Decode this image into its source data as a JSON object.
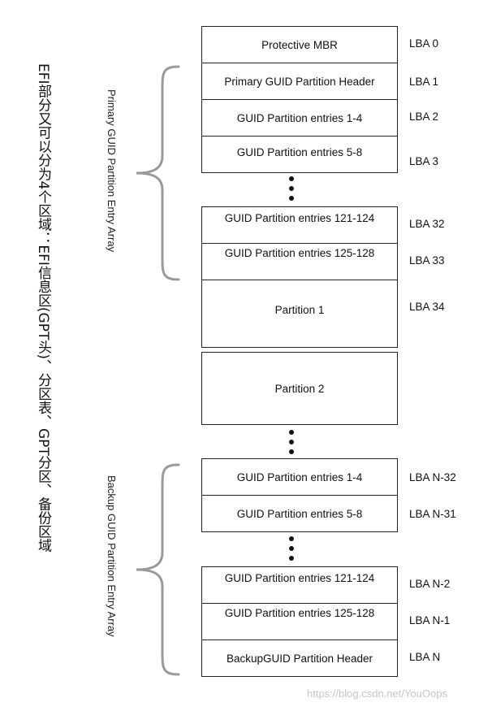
{
  "annotation": "EFI部分又可以分为4个区域：EFI信息区(GPT头)、分区表、GPT分区、备份区域",
  "primary_group_label": "Primary GUID Partition Entry Array",
  "backup_group_label": "Backup GUID Partition Entry Array",
  "blocks": [
    {
      "label": "Protective MBR",
      "lba": "LBA 0"
    },
    {
      "label": "Primary GUID Partition Header",
      "lba": "LBA 1"
    },
    {
      "label": "GUID Partition entries 1-4",
      "lba": "LBA 2"
    },
    {
      "label": "GUID Partition entries 5-8",
      "lba": "LBA 3"
    },
    {
      "label": "GUID Partition entries 121-124",
      "lba": "LBA 32"
    },
    {
      "label": "GUID Partition entries 125-128",
      "lba": "LBA 33"
    },
    {
      "label": "Partition 1",
      "lba": "LBA 34"
    },
    {
      "label": "Partition 2",
      "lba": ""
    },
    {
      "label": "GUID Partition entries 1-4",
      "lba": "LBA N-32"
    },
    {
      "label": "GUID Partition entries 5-8",
      "lba": "LBA N-31"
    },
    {
      "label": "GUID Partition entries 121-124",
      "lba": "LBA N-2"
    },
    {
      "label": "GUID Partition entries 125-128",
      "lba": "LBA N-1"
    },
    {
      "label": "BackupGUID Partition Header",
      "lba": "LBA N"
    }
  ],
  "watermark": "https://blog.csdn.net/YouOops"
}
